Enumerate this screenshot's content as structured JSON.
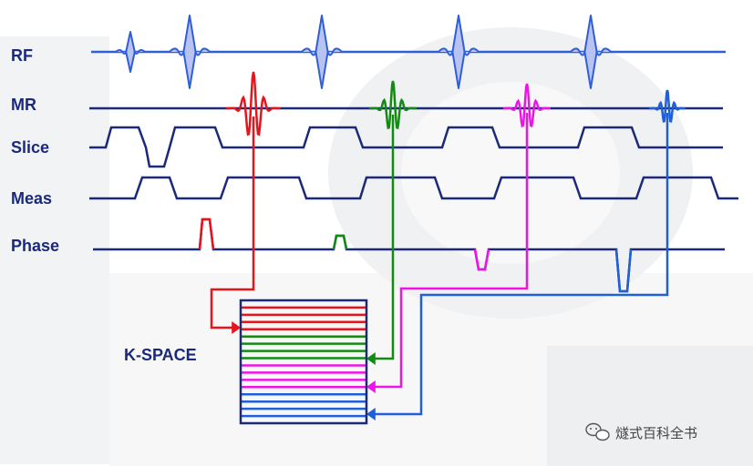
{
  "colors": {
    "navy": "#1b2a78",
    "rf_blue": "#2f5fd8",
    "rf_fill": "#b9c3f2",
    "red": "#e8141b",
    "green": "#118c11",
    "magenta": "#ee14e8",
    "blue": "#1f5fd8"
  },
  "labels": {
    "rf": "RF",
    "mr": "MR",
    "slice": "Slice",
    "meas": "Meas",
    "phase": "Phase",
    "kspace": "K-SPACE"
  },
  "kspace": {
    "groups": [
      {
        "color": "red",
        "lines": 4
      },
      {
        "color": "green",
        "lines": 4
      },
      {
        "color": "magenta",
        "lines": 4
      },
      {
        "color": "blue",
        "lines": 4
      }
    ]
  },
  "echoes": [
    {
      "color": "red",
      "phase_step": "positive-large"
    },
    {
      "color": "green",
      "phase_step": "positive-small"
    },
    {
      "color": "magenta",
      "phase_step": "negative-small"
    },
    {
      "color": "blue",
      "phase_step": "negative-large"
    }
  ],
  "watermark": {
    "text": "燧式百科全书",
    "icon": "wechat-icon"
  }
}
